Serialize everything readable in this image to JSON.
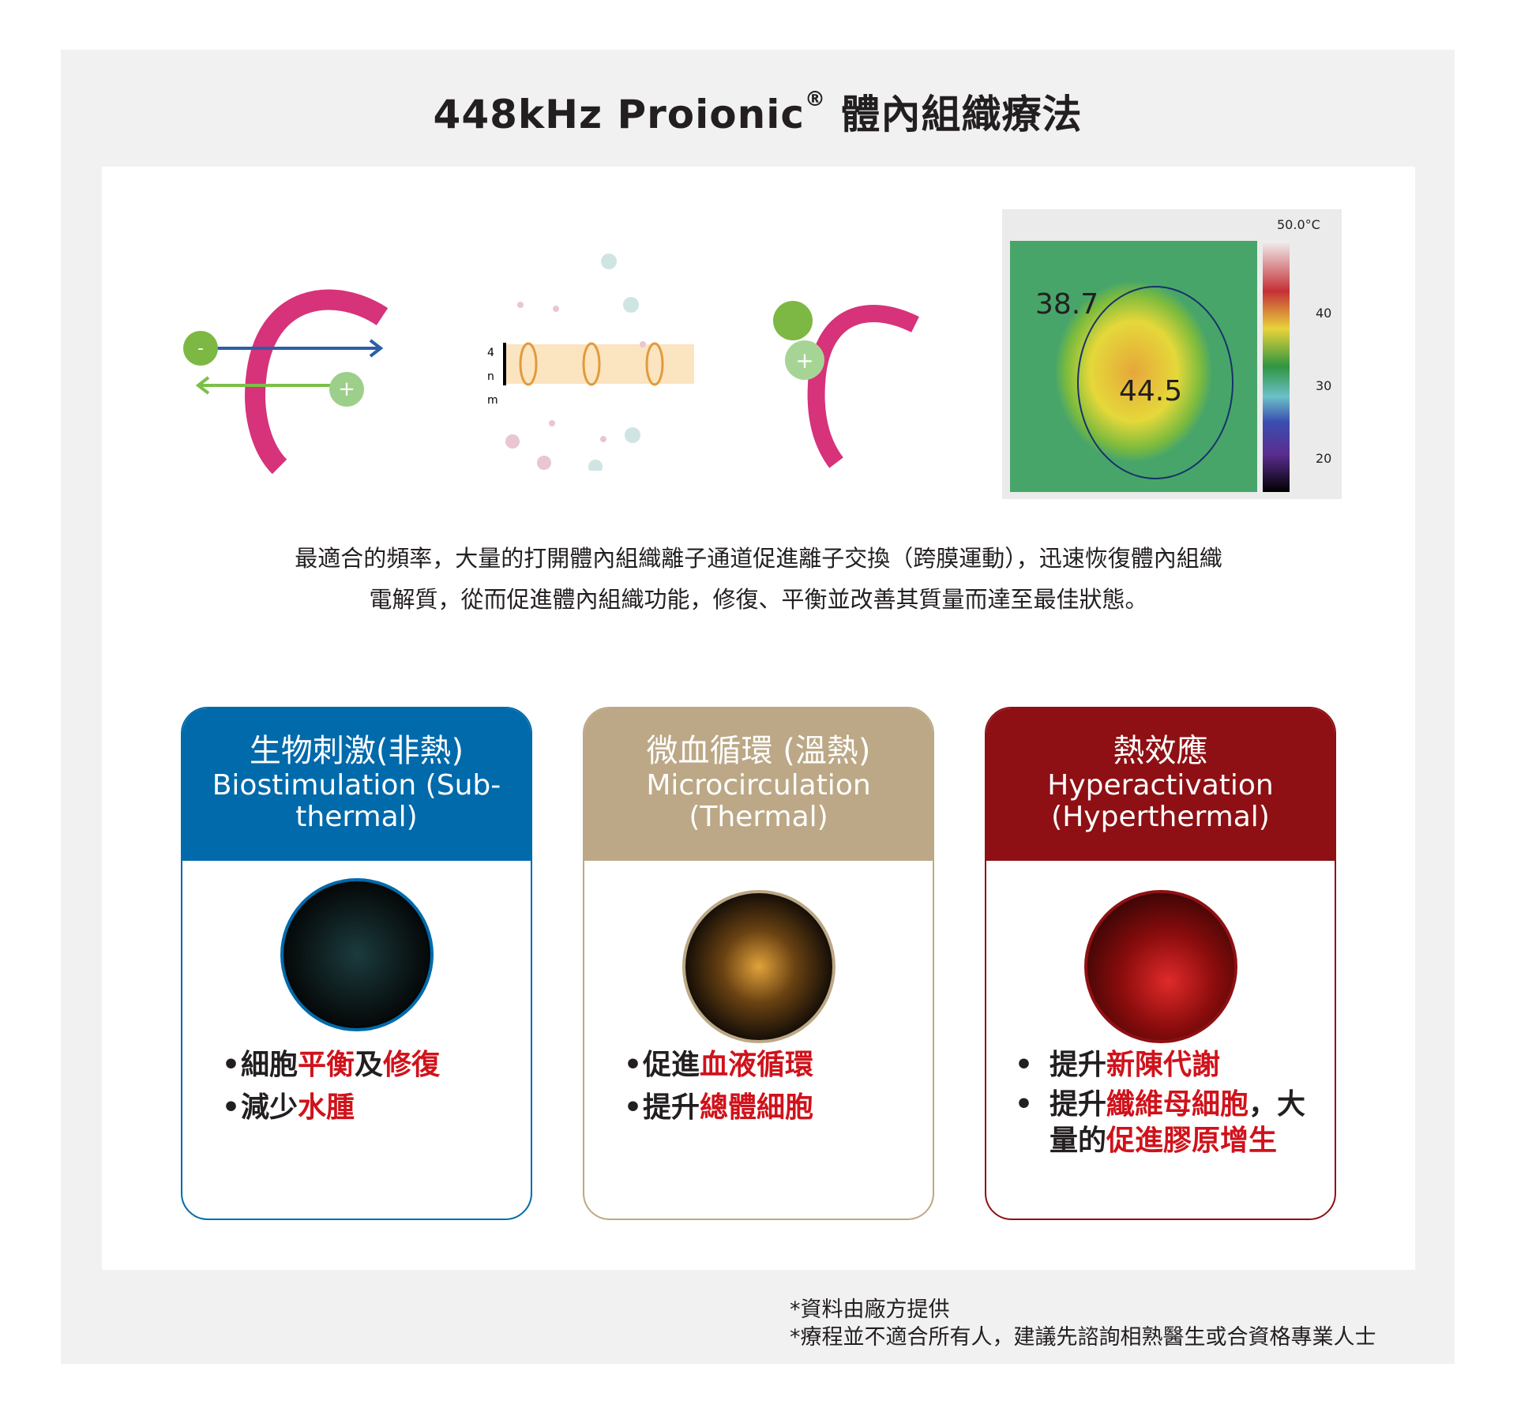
{
  "title": {
    "main": "448kHz Proionic",
    "reg": "®",
    "zh": " 體內組織療法"
  },
  "figures": {
    "membrane_label": [
      "4",
      "n",
      "m"
    ],
    "thermal": {
      "scale_max": "50.0°C",
      "ticks": [
        "40",
        "30",
        "20"
      ],
      "reading_outer": "38.7",
      "reading_inner": "44.5"
    }
  },
  "description": [
    "最適合的頻率，大量的打開體內組織離子通道促進離子交換（跨膜運動），迅速恢復體內組織",
    "電解質，從而促進體內組織功能，修復、平衡並改善其質量而達至最佳狀態。"
  ],
  "cards": [
    {
      "zh": "生物刺激(非熱)",
      "en1": "Biostimulation (Sub-",
      "en2": "thermal)",
      "color": "#006aab",
      "bullets": [
        [
          {
            "t": "細胞",
            "r": false
          },
          {
            "t": "平衡",
            "r": true
          },
          {
            "t": "及",
            "r": false
          },
          {
            "t": "修復",
            "r": true
          }
        ],
        [
          {
            "t": "減少",
            "r": false
          },
          {
            "t": "水腫",
            "r": true
          }
        ]
      ]
    },
    {
      "zh": "微血循環 (溫熱)",
      "en1": "Microcirculation",
      "en2": "(Thermal)",
      "color": "#bca886",
      "bullets": [
        [
          {
            "t": "促進",
            "r": false
          },
          {
            "t": "血液循環",
            "r": true
          }
        ],
        [
          {
            "t": "提升",
            "r": false
          },
          {
            "t": "總體細胞",
            "r": true
          }
        ]
      ]
    },
    {
      "zh": "熱效應",
      "en1": "Hyperactivation",
      "en2": "(Hyperthermal)",
      "color": "#8e1014",
      "bullets": [
        [
          {
            "t": "提升",
            "r": false
          },
          {
            "t": "新陳代謝",
            "r": true
          }
        ],
        [
          {
            "t": "提升",
            "r": false
          },
          {
            "t": "纖維母細胞",
            "r": true
          },
          {
            "t": "，大量的",
            "r": false
          },
          {
            "t": "促進膠原增生",
            "r": true
          }
        ]
      ]
    }
  ],
  "footnotes": [
    "*資料由廠方提供",
    "*療程並不適合所有人，建議先諮詢相熟醫生或合資格專業人士"
  ]
}
